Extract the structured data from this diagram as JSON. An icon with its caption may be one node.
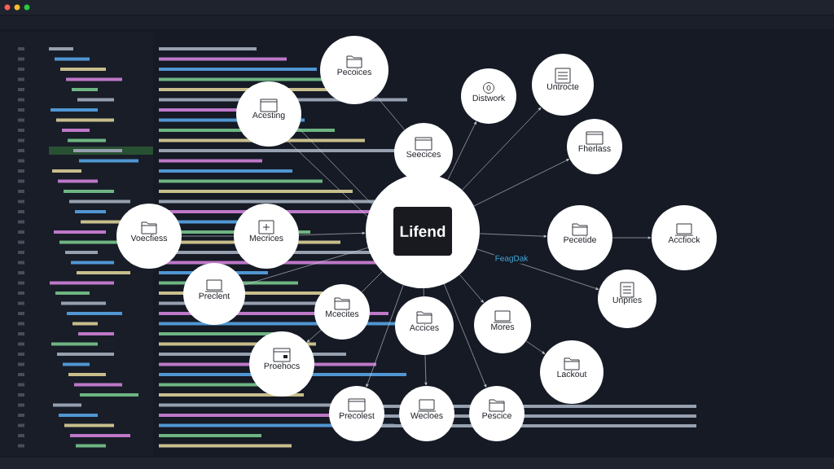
{
  "diagram": {
    "nodes": [
      {
        "text": [
          "Lifend"
        ]
      },
      {
        "text": [
          "Pecoices"
        ]
      },
      {
        "text": [
          "Acesting"
        ]
      },
      {
        "text": [
          "Seecices"
        ]
      },
      {
        "text": [
          "Distwork"
        ]
      },
      {
        "text": [
          "Untrocte"
        ]
      },
      {
        "text": [
          "Fherlass"
        ]
      },
      {
        "text": [
          "Voecfiess"
        ]
      },
      {
        "text": [
          "Mecrices"
        ]
      },
      {
        "text": [
          "Pecetide"
        ]
      },
      {
        "text": [
          "Accfiock"
        ]
      },
      {
        "text": [
          "Preclent"
        ]
      },
      {
        "text": [
          "Mcecites"
        ]
      },
      {
        "text": [
          "Unpries"
        ]
      },
      {
        "text": [
          "Accices"
        ]
      },
      {
        "text": [
          "Mores"
        ]
      },
      {
        "text": [
          "Proehocs"
        ]
      },
      {
        "text": [
          "Lackout"
        ]
      },
      {
        "text": [
          "Precolest"
        ]
      },
      {
        "text": [
          "Wecloes"
        ]
      },
      {
        "text": [
          "Pescice"
        ]
      }
    ],
    "edges": [
      {
        "from": 2,
        "to": 0,
        "arrow": "none"
      },
      {
        "from": 2,
        "to": 0,
        "arrow": "none"
      },
      {
        "from": 1,
        "to": 3,
        "arrow": "none"
      },
      {
        "from": 0,
        "to": 4,
        "arrow": "to"
      },
      {
        "from": 0,
        "to": 5,
        "arrow": "to"
      },
      {
        "from": 0,
        "to": 6,
        "arrow": "to"
      },
      {
        "from": 7,
        "to": 8,
        "arrow": "none"
      },
      {
        "from": 8,
        "to": 0,
        "arrow": "to"
      },
      {
        "from": 0,
        "to": 9,
        "arrow": "to"
      },
      {
        "from": 9,
        "to": 10,
        "arrow": "to"
      },
      {
        "from": 0,
        "to": 13,
        "arrow": "to",
        "label": "FeagDak"
      },
      {
        "from": 0,
        "to": 11,
        "arrow": "none"
      },
      {
        "from": 0,
        "to": 12,
        "arrow": "none"
      },
      {
        "from": 12,
        "to": 16,
        "arrow": "to"
      },
      {
        "from": 0,
        "to": 18,
        "arrow": "to"
      },
      {
        "from": 0,
        "to": 14,
        "arrow": "none"
      },
      {
        "from": 14,
        "to": 19,
        "arrow": "to"
      },
      {
        "from": 0,
        "to": 15,
        "arrow": "to"
      },
      {
        "from": 15,
        "to": 17,
        "arrow": "to"
      },
      {
        "from": 0,
        "to": 20,
        "arrow": "to"
      }
    ]
  }
}
